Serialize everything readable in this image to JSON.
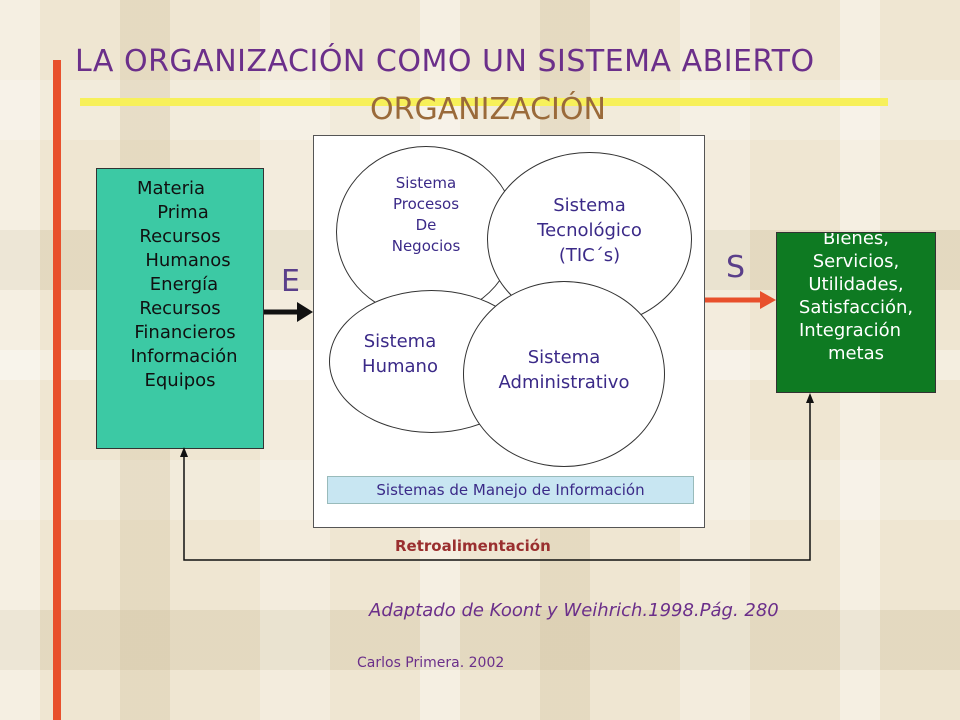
{
  "title": "LA ORGANIZACIÓN COMO UN SISTEMA ABIERTO",
  "subtitle": "ORGANIZACIÓN",
  "inputs": {
    "letter": "E",
    "lines": [
      "Materia",
      "Prima",
      "Recursos",
      "Humanos",
      "Energía",
      "Recursos",
      "Financieros",
      "Información",
      "Equipos"
    ]
  },
  "outputs": {
    "letter": "S",
    "lines": [
      "Bienes,",
      "Servicios,",
      "Utilidades,",
      "Satisfacción,",
      "Integración",
      "metas"
    ]
  },
  "systems": {
    "procesos": [
      "Sistema",
      "Procesos",
      "De",
      "Negocios"
    ],
    "tecnologico": [
      "Sistema",
      "Tecnológico",
      "(TIC´s)"
    ],
    "humano": [
      "Sistema",
      "Humano"
    ],
    "administrativo": [
      "Sistema",
      "Administrativo"
    ]
  },
  "info_systems": "Sistemas de Manejo de Información",
  "feedback": "Retroalimentación",
  "source": "Adaptado de Koont y  Weihrich.1998.Pág. 280",
  "author": "Carlos Primera. 2002",
  "colors": {
    "title": "#6b2f8a",
    "input_box": "#3cc9a4",
    "output_box": "#0e7a22",
    "red_bar": "#e8502c",
    "yellow_bar": "#f7f05a",
    "output_arrow": "#e8502c"
  }
}
